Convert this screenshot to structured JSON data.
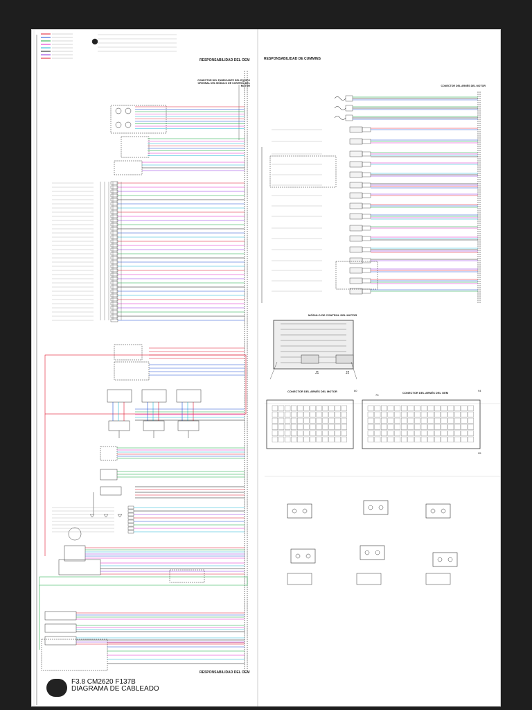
{
  "header": {
    "oem_responsibility_top": "RESPONSABILIDAD DEL OEM",
    "cummins_responsibility": "RESPONSABILIDAD DE CUMMINS",
    "oem_responsibility_bottom": "RESPONSABILIDAD DEL OEM"
  },
  "connectors": {
    "oem_vehicle_connector": "CONECTOR DEL FABRICANTE DEL EQUIPO ORIGINAL DEL MÓDULO DE CONTROL DEL MOTOR",
    "engine_harness_connector": "CONECTOR DEL ARNÉS DEL MOTOR",
    "ecm_module": "MÓDULO DE CONTROL DEL MOTOR",
    "engine_harness_pinout": "CONECTOR DEL ARNÉS DEL MOTOR",
    "oem_harness_pinout": "CONECTOR DEL ARNÉS DEL OEM",
    "j1": "J1",
    "j2": "J2",
    "pin_60": "60",
    "pin_73": "73",
    "pin_94": "94",
    "pin_95": "95"
  },
  "title_block": {
    "line1": "F3.8 CM2620 F137B",
    "line2": "DIAGRAMA DE CABLEADO"
  },
  "colors": {
    "red": "#e0142a",
    "blue": "#1a4fd6",
    "green": "#10a83a",
    "magenta": "#e020c8",
    "cyan": "#18b6d6",
    "black": "#111111",
    "purple": "#8a2be2",
    "gray": "#777777"
  }
}
